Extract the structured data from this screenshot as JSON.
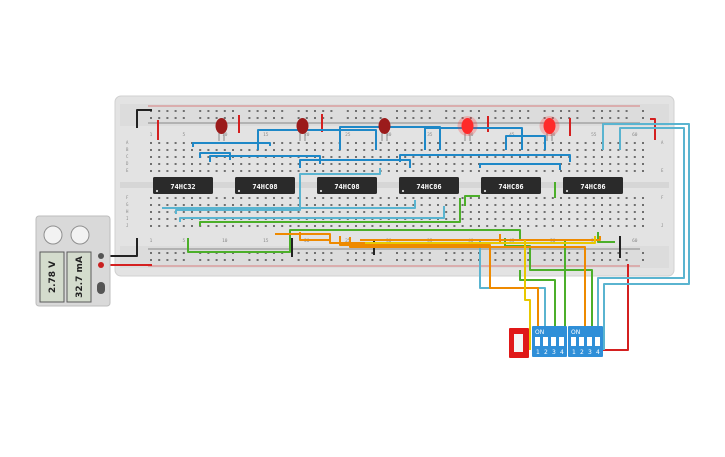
{
  "chips": [
    {
      "label": "74HC32"
    },
    {
      "label": "74HC08"
    },
    {
      "label": "74HC08"
    },
    {
      "label": "74HC86"
    },
    {
      "label": "74HC86"
    },
    {
      "label": "74HC86"
    }
  ],
  "breadboard": {
    "row_labels_top": [
      "A",
      "B",
      "C",
      "D",
      "E"
    ],
    "row_labels_bottom": [
      "F",
      "G",
      "H",
      "I",
      "J"
    ],
    "column_numbers": [
      "1",
      "5",
      "10",
      "15",
      "20",
      "25",
      "30",
      "35",
      "40",
      "45",
      "50",
      "55",
      "60"
    ]
  },
  "power_supply": {
    "voltage": "2.78 V",
    "current": "32.7 mA"
  },
  "dip_switches": [
    {
      "on_label": "ON",
      "numbers": [
        "1",
        "2",
        "3",
        "4"
      ]
    },
    {
      "on_label": "ON",
      "numbers": [
        "1",
        "2",
        "3",
        "4"
      ]
    }
  ],
  "leds": [
    {
      "state": "off",
      "color": "#9b1b1b"
    },
    {
      "state": "off",
      "color": "#9b1b1b"
    },
    {
      "state": "off",
      "color": "#9b1b1b"
    },
    {
      "state": "on",
      "color": "#ff2a2a"
    },
    {
      "state": "on",
      "color": "#ff2a2a"
    }
  ],
  "colors": {
    "board": "#e3e3e3",
    "chip": "#2a2a2a",
    "wire_blue": "#1e88c7",
    "wire_cyan": "#5ab4d0",
    "wire_green": "#4caf2a",
    "wire_orange": "#ee8a00",
    "wire_yellow": "#e8c800",
    "wire_red": "#d42020",
    "dip_blue": "#2f8fd8",
    "slide_red": "#e01818"
  }
}
